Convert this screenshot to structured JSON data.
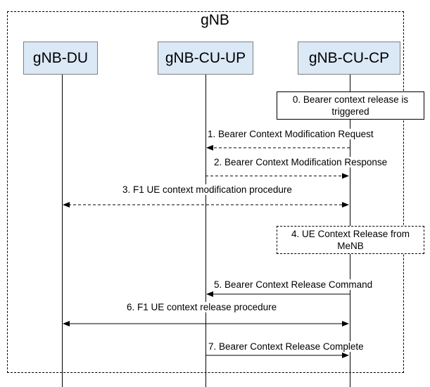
{
  "diagram": {
    "title": "gNB",
    "entities": {
      "du": "gNB-DU",
      "cu_up": "gNB-CU-UP",
      "cu_cp": "gNB-CU-CP"
    },
    "notes": {
      "step0": "0. Bearer context release is triggered",
      "step4": "4. UE Context Release from MeNB"
    },
    "messages": {
      "m1": "1. Bearer Context Modification Request",
      "m2": "2. Bearer Context Modification Response",
      "m3": "3. F1 UE context modification procedure",
      "m5": "5. Bearer Context Release Command",
      "m6": "6. F1 UE context release procedure",
      "m7": "7. Bearer Context Release Complete"
    }
  }
}
